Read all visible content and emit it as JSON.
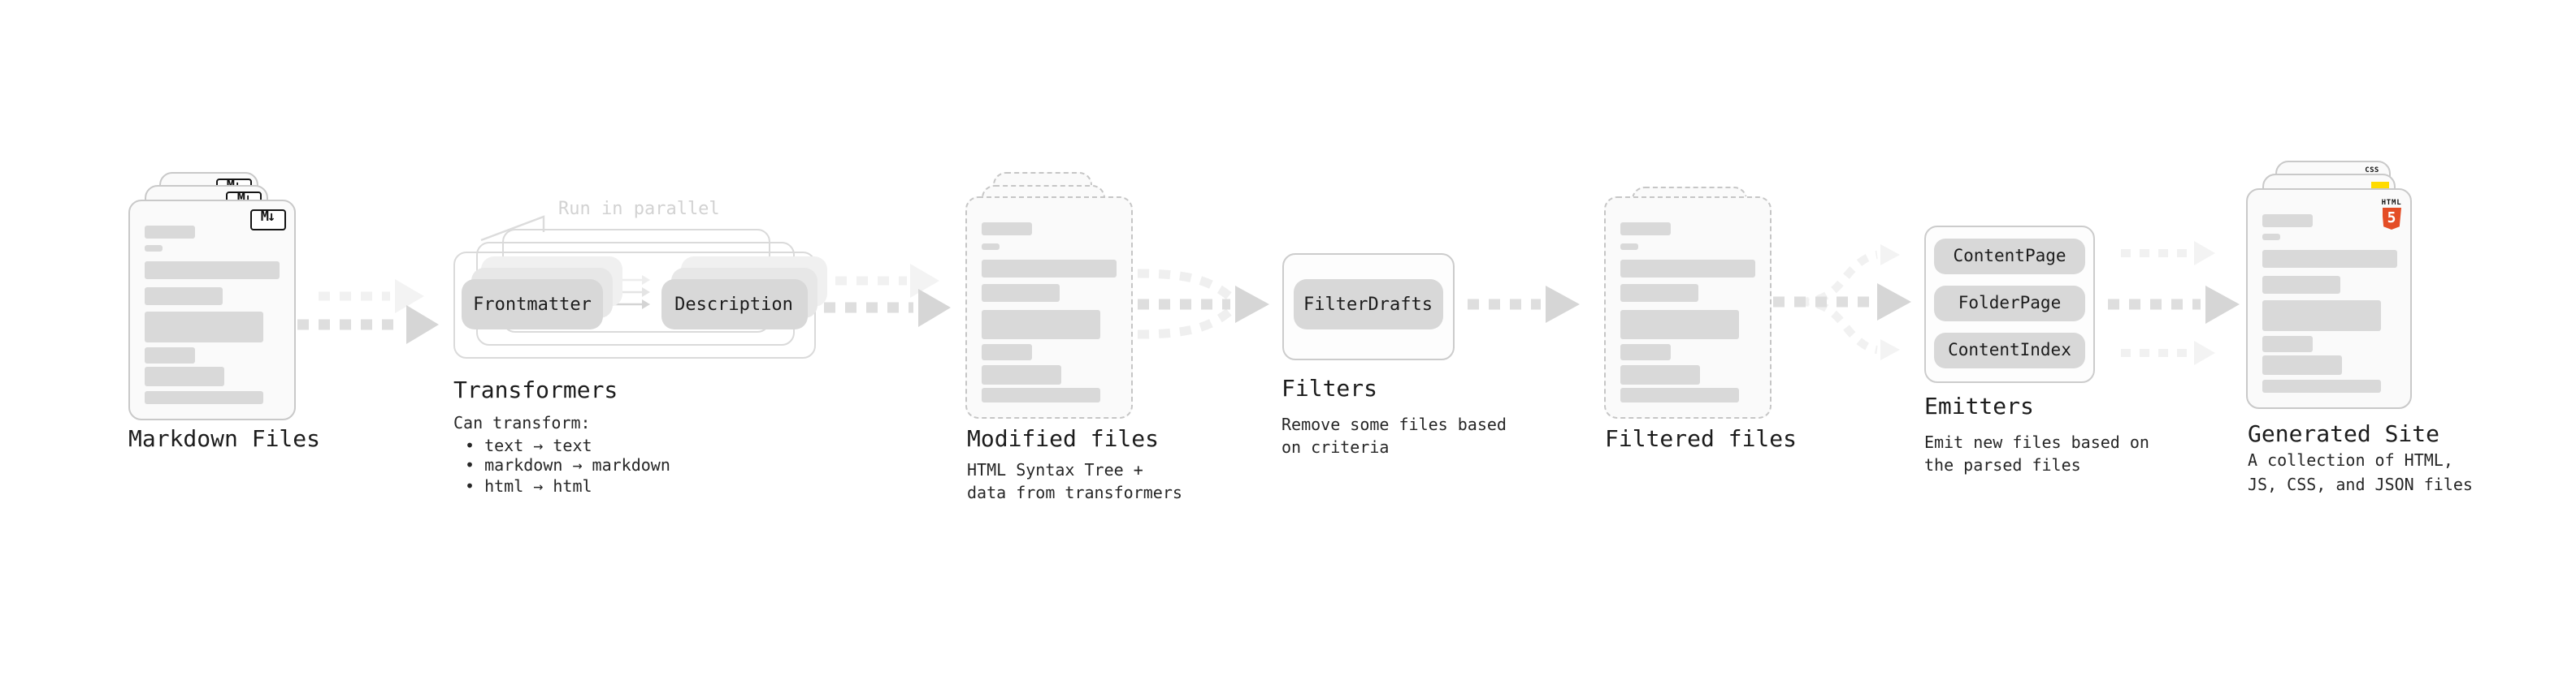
{
  "colors": {
    "background": "#ffffff",
    "card_fill": "#fafafa",
    "card_border": "#c9c9c9",
    "skeleton_bar": "#d9d9d9",
    "pill_fill": "#d8d8d8",
    "text": "#1c1c1c",
    "muted_annotation": "#d2d2d2",
    "arrow_dash": "#dedede",
    "arrow_head": "#d6d6d6",
    "arrow_light": "#f1f1f1",
    "css_blue": "#2566ec",
    "js_yellow": "#ffdb00",
    "html5_orange": "#e44d26"
  },
  "stages": {
    "markdown": {
      "title": "Markdown Files",
      "icon": "M↓"
    },
    "transformers": {
      "title": "Transformers",
      "annotation": "Run in parallel",
      "pill_left": "Frontmatter",
      "pill_right": "Description",
      "subtitle": "Can transform:",
      "bullets": [
        "• text → text",
        "• markdown → markdown",
        "• html → html"
      ]
    },
    "modified": {
      "title": "Modified files",
      "desc": [
        "HTML Syntax Tree +",
        "data from transformers"
      ]
    },
    "filters": {
      "title": "Filters",
      "pill": "FilterDrafts",
      "desc": [
        "Remove some files based",
        "on criteria"
      ]
    },
    "filtered": {
      "title": "Filtered files"
    },
    "emitters": {
      "title": "Emitters",
      "pills": [
        "ContentPage",
        "FolderPage",
        "ContentIndex"
      ],
      "desc": [
        "Emit new files based on",
        "the parsed files"
      ]
    },
    "generated": {
      "title": "Generated Site",
      "desc": [
        "A collection of HTML,",
        "JS, CSS, and JSON files"
      ],
      "badges": {
        "css": "CSS",
        "html_top": "HTML",
        "html_number": "5"
      }
    }
  }
}
